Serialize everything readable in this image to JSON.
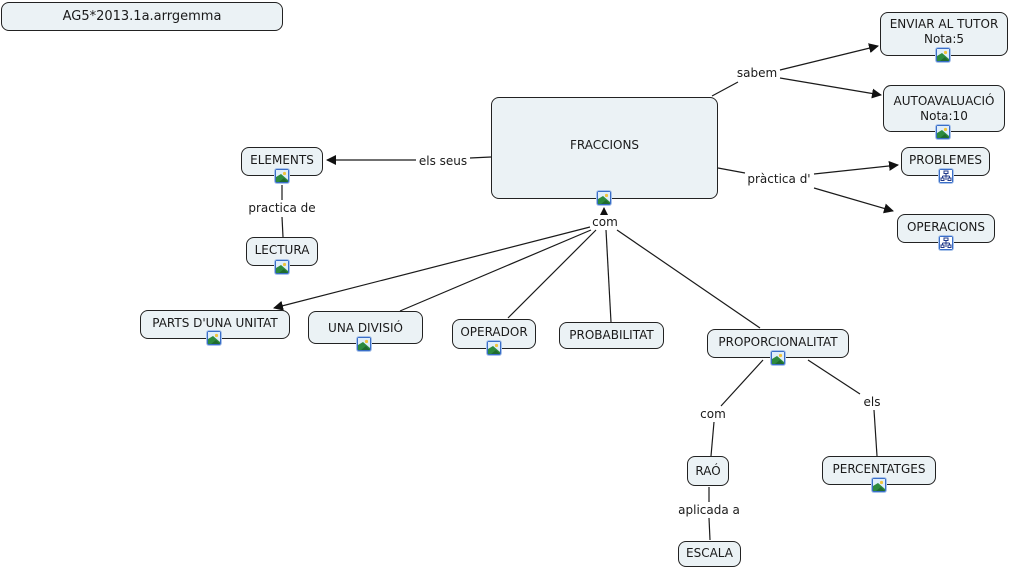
{
  "title_box": "AG5*2013.1a.arrgemma",
  "colors": {
    "node_fill": "#ebf2f5",
    "node_border": "#222222",
    "resource_border": "#3a6ec8",
    "line": "#1a1a1a"
  },
  "nodes": {
    "fraccions": {
      "label": "FRACCIONS",
      "resource": "image-icon"
    },
    "enviar": {
      "label": "ENVIAR AL TUTOR\nNota:5",
      "resource": "image-icon"
    },
    "autoavaluacio": {
      "label": "AUTOAVALUACIÓ\nNota:10",
      "resource": "image-icon"
    },
    "problemes": {
      "label": "PROBLEMES",
      "resource": "concept-map-icon"
    },
    "operacions": {
      "label": "OPERACIONS",
      "resource": "concept-map-icon"
    },
    "elements": {
      "label": "ELEMENTS",
      "resource": "image-icon"
    },
    "lectura": {
      "label": "LECTURA",
      "resource": "image-icon"
    },
    "parts": {
      "label": "PARTS D'UNA UNITAT",
      "resource": "image-icon"
    },
    "divisio": {
      "label": "UNA DIVISIÓ",
      "resource": "image-icon"
    },
    "operador": {
      "label": "OPERADOR",
      "resource": "image-icon"
    },
    "probabilitat": {
      "label": "PROBABILITAT",
      "resource": ""
    },
    "proporcionalitat": {
      "label": "PROPORCIONALITAT",
      "resource": "image-icon"
    },
    "rao": {
      "label": "RAÓ",
      "resource": ""
    },
    "percentatges": {
      "label": "PERCENTATGES",
      "resource": "image-icon"
    },
    "escala": {
      "label": "ESCALA",
      "resource": ""
    }
  },
  "linking_phrases": {
    "sabem": "sabem",
    "practica_d": "pràctica d'",
    "els_seus": "els seus",
    "practica_de": "practica de",
    "com_main": "com",
    "com_prop": "com",
    "els": "els",
    "aplicada_a": "aplicada a"
  }
}
